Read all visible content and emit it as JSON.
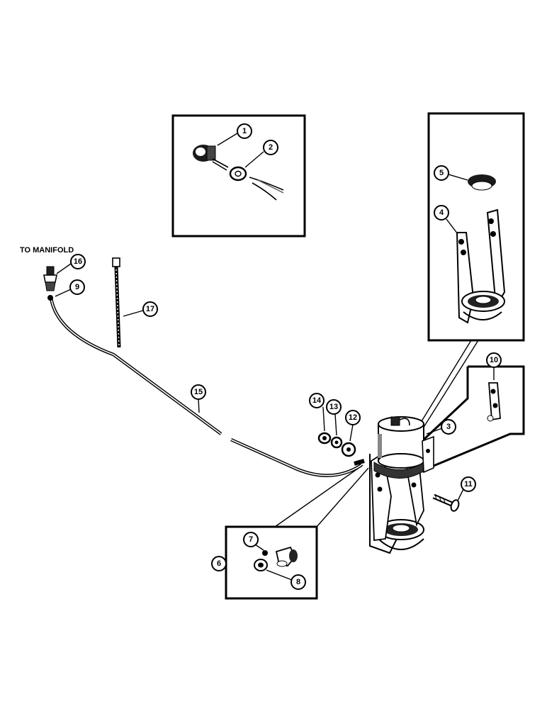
{
  "labels": {
    "to_manifold": "TO MANIFOLD"
  },
  "callouts": {
    "c1": "1",
    "c2": "2",
    "c3": "3",
    "c4": "4",
    "c5": "5",
    "c6": "6",
    "c7": "7",
    "c8": "8",
    "c9": "9",
    "c10": "10",
    "c11": "11",
    "c12": "12",
    "c13": "13",
    "c14": "14",
    "c15": "15",
    "c16": "16",
    "c17": "17"
  }
}
